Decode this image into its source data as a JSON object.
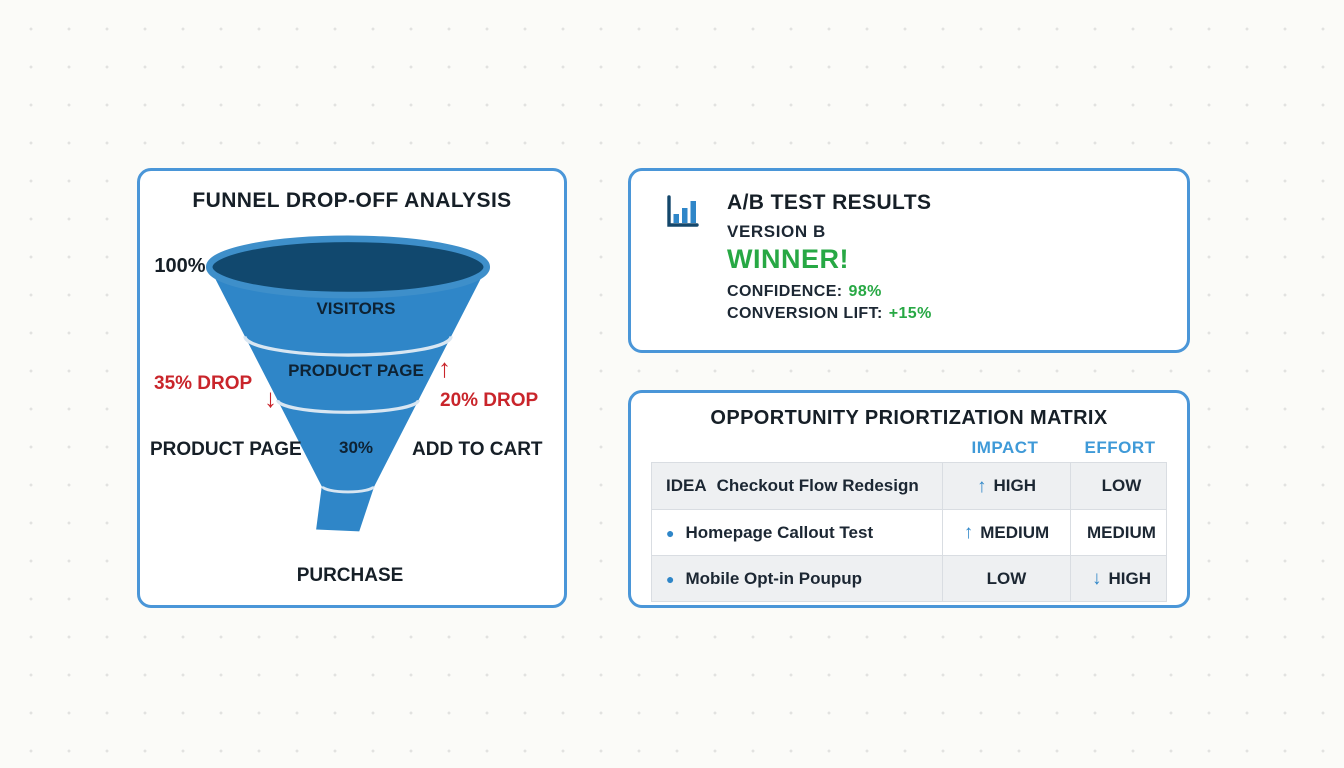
{
  "colors": {
    "panel_border": "#4a96d8",
    "funnel_body": "#2f86c8",
    "funnel_mouth": "#11486e",
    "drop_red": "#c9252b",
    "winner_green": "#27a844",
    "header_blue": "#3f9ad8",
    "text_dark": "#1c2733"
  },
  "funnel": {
    "title": "FUNNEL DROP-OFF ANALYSIS",
    "top_percent": "100%",
    "stage_visitors": "VISITORS",
    "stage_product_page": "PRODUCT PAGE",
    "stage_mid_percent": "30%",
    "left_drop": "35% DROP",
    "right_drop": "20% DROP",
    "left_stage_label": "PRODUCT PAGE",
    "right_stage_label": "ADD TO CART",
    "bottom_stage_label": "PURCHASE"
  },
  "ab_test": {
    "title": "A/B TEST RESULTS",
    "version": "VERSION B",
    "winner": "WINNER!",
    "confidence_label": "CONFIDENCE:",
    "confidence_value": "98%",
    "lift_label": "CONVERSION LIFT:",
    "lift_value": "+15%"
  },
  "matrix": {
    "title": "OPPORTUNITY PRIORTIZATION MATRIX",
    "impact_header": "IMPACT",
    "effort_header": "EFFORT",
    "rows": [
      {
        "prefix": "IDEA",
        "idea": "Checkout Flow Redesign",
        "impact": "HIGH",
        "impact_arrow": "up",
        "effort": "LOW",
        "effort_arrow": ""
      },
      {
        "prefix": "",
        "idea": "Homepage Callout Test",
        "impact": "MEDIUM",
        "impact_arrow": "up",
        "effort": "MEDIUM",
        "effort_arrow": ""
      },
      {
        "prefix": "",
        "idea": "Mobile Opt-in Poupup",
        "impact": "LOW",
        "impact_arrow": "",
        "effort": "HIGH",
        "effort_arrow": "down"
      }
    ]
  },
  "icons": {
    "up_arrow": "↑",
    "down_arrow": "↓",
    "bullet": "●"
  }
}
